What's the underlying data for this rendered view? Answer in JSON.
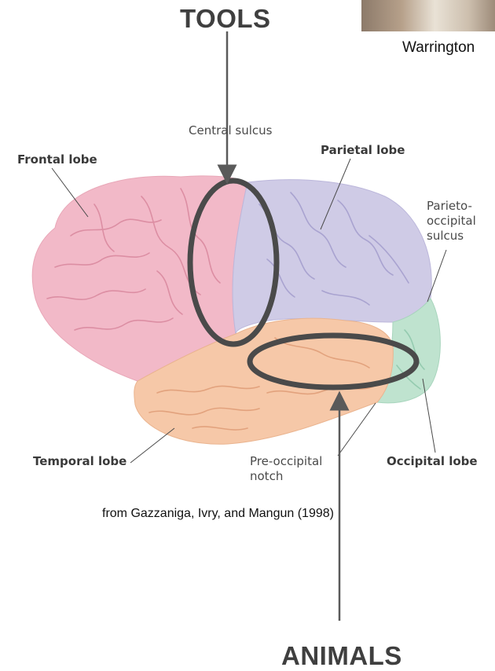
{
  "header": {
    "tools_label": "TOOLS",
    "photo_caption": "Warrington"
  },
  "labels": {
    "central_sulcus": "Central sulcus",
    "frontal_lobe": "Frontal lobe",
    "parietal_lobe": "Parietal lobe",
    "parieto_occipital_line1": "Parieto-",
    "parieto_occipital_line2": "occipital",
    "parieto_occipital_line3": "sulcus",
    "temporal_lobe": "Temporal lobe",
    "pre_occipital_line1": "Pre-occipital",
    "pre_occipital_line2": "notch",
    "occipital_lobe": "Occipital lobe"
  },
  "caption": "from Gazzaniga, Ivry, and Mangun (1998)",
  "footer": {
    "animals_label": "ANIMALS"
  },
  "colors": {
    "frontal": "#f2b9c8",
    "parietal": "#cfcbe6",
    "temporal": "#f6c8a8",
    "occipital": "#bfe3cf",
    "highlight": "#4a4a4a",
    "arrow": "#5a5a5a"
  }
}
